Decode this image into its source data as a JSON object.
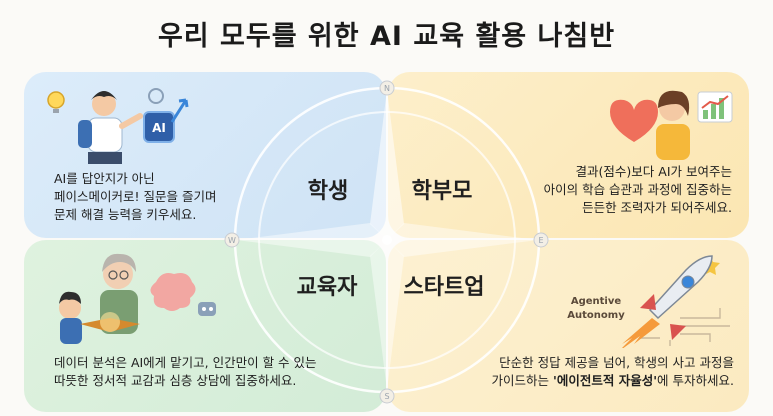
{
  "title": "우리 모두를 위한 AI 교육 활용 나침반",
  "compass": {
    "north": "N",
    "east": "E",
    "south": "S",
    "west": "W"
  },
  "roles": {
    "student": {
      "label": "학생",
      "description_line1": "AI를 답안지가 아닌",
      "description_line2": "페이스메이커로! 질문을 즐기며",
      "description_line3": "문제 해결 능력을 키우세요.",
      "illustration_text": "AI"
    },
    "parent": {
      "label": "학부모",
      "description_line1": "결과(점수)보다 AI가 보여주는",
      "description_line2": "아이의 학습 습관과 과정에 집중하는",
      "description_line3": "든든한 조력자가 되어주세요."
    },
    "educator": {
      "label": "교육자",
      "description_line1": "데이터 분석은 AI에게 맡기고, 인간만이 할 수 있는",
      "description_line2": "따뜻한 정서적 교감과 심층 상담에 집중하세요."
    },
    "startup": {
      "label": "스타트업",
      "description_line1": "단순한 정답 제공을 넘어, 학생의 사고 과정을",
      "description_line2_pre": "가이드하는 ",
      "description_line2_bold": "'에이전트적 자율성'",
      "description_line2_post": "에 투자하세요.",
      "illustration_text_line1": "Agentive",
      "illustration_text_line2": "Autonomy"
    }
  },
  "colors": {
    "student_bg": "#d6e8f8",
    "parent_bg": "#fcebc0",
    "educator_bg": "#d9efdb",
    "startup_bg": "#fcefcb",
    "compass_stroke": "#ffffff"
  }
}
